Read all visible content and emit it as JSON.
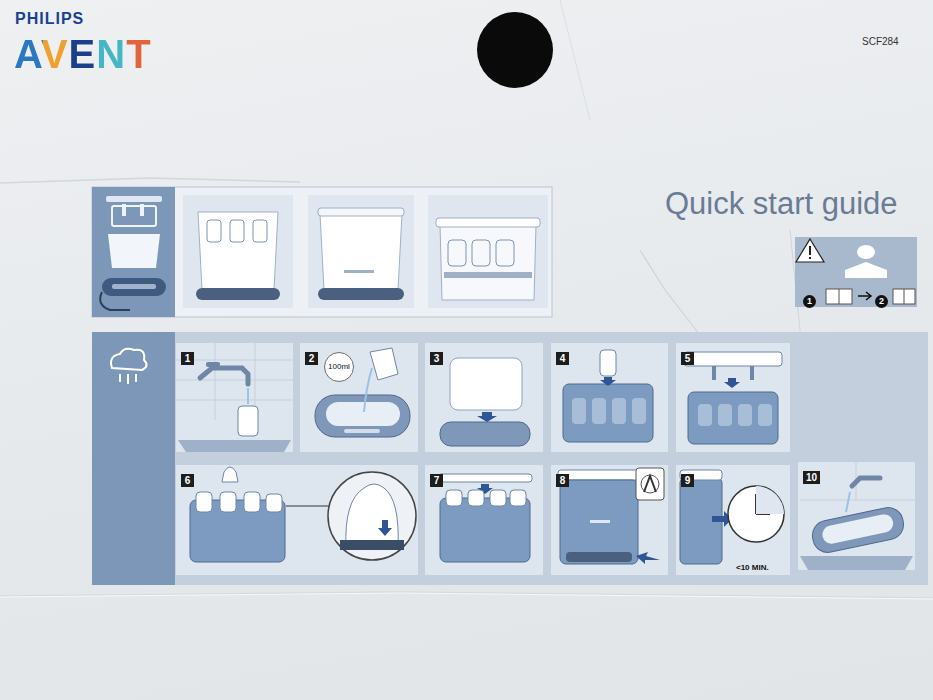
{
  "diagram": {
    "title": "Quick start guide",
    "nodes": [
      {
        "text": [
          "1",
          "2"
        ]
      },
      {
        "text": [
          "1"
        ]
      },
      {
        "text": [
          "2",
          "100ml"
        ]
      },
      {
        "text": [
          "3"
        ]
      },
      {
        "text": [
          "4"
        ]
      },
      {
        "text": [
          "5"
        ]
      },
      {
        "text": [
          "6"
        ]
      },
      {
        "text": [
          "7"
        ]
      },
      {
        "text": [
          "8"
        ]
      },
      {
        "text": [
          "9",
          "<10 MIN."
        ]
      },
      {
        "text": [
          "10"
        ]
      }
    ],
    "labels": [
      "PHILIPS",
      "AVENT",
      "SCF284"
    ]
  }
}
